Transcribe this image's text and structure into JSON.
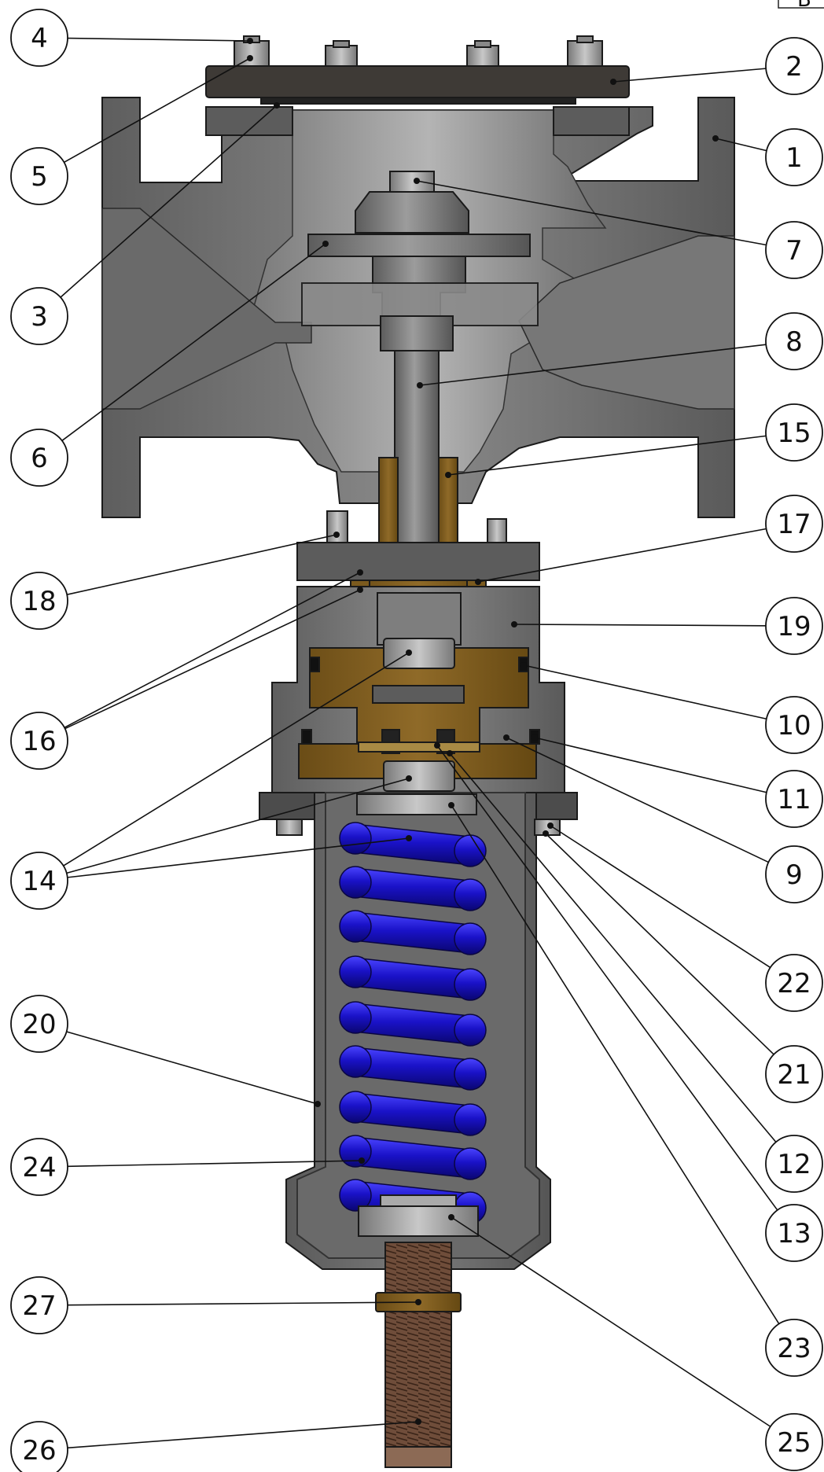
{
  "corner_label": "B",
  "colors": {
    "body_gray": "#6f6f6f",
    "cover_plate": "#3e3a36",
    "bronze": "#7b5a1e",
    "spring_blue": "#1a12c8",
    "screw_copper": "#6b4a36",
    "hex_nut_gray": "#9a9a9a",
    "outline": "#1a1a1a"
  },
  "callouts": [
    {
      "label": "1",
      "part": "valve-body"
    },
    {
      "label": "2",
      "part": "cover-plate"
    },
    {
      "label": "3",
      "part": "cover-gasket"
    },
    {
      "label": "4",
      "part": "cover-stud"
    },
    {
      "label": "5",
      "part": "cover-nut"
    },
    {
      "label": "6",
      "part": "valve-plug"
    },
    {
      "label": "7",
      "part": "plug-nut"
    },
    {
      "label": "8",
      "part": "valve-stem"
    },
    {
      "label": "9",
      "part": "diaphragm-plate"
    },
    {
      "label": "10",
      "part": "o-ring-upper"
    },
    {
      "label": "11",
      "part": "o-ring-lower"
    },
    {
      "label": "12",
      "part": "stem-seal"
    },
    {
      "label": "13",
      "part": "seal-washer"
    },
    {
      "label": "14",
      "part": "stem-nuts"
    },
    {
      "label": "15",
      "part": "guide-bushing"
    },
    {
      "label": "16",
      "part": "bushing-seals"
    },
    {
      "label": "17",
      "part": "bushing-flange"
    },
    {
      "label": "18",
      "part": "bonnet-nut"
    },
    {
      "label": "19",
      "part": "actuator-housing"
    },
    {
      "label": "20",
      "part": "spring-case"
    },
    {
      "label": "21",
      "part": "case-bolt"
    },
    {
      "label": "22",
      "part": "case-nut"
    },
    {
      "label": "23",
      "part": "upper-spring-seat"
    },
    {
      "label": "24",
      "part": "spring"
    },
    {
      "label": "25",
      "part": "lower-spring-seat"
    },
    {
      "label": "26",
      "part": "adjusting-screw"
    },
    {
      "label": "27",
      "part": "lock-nut"
    }
  ]
}
